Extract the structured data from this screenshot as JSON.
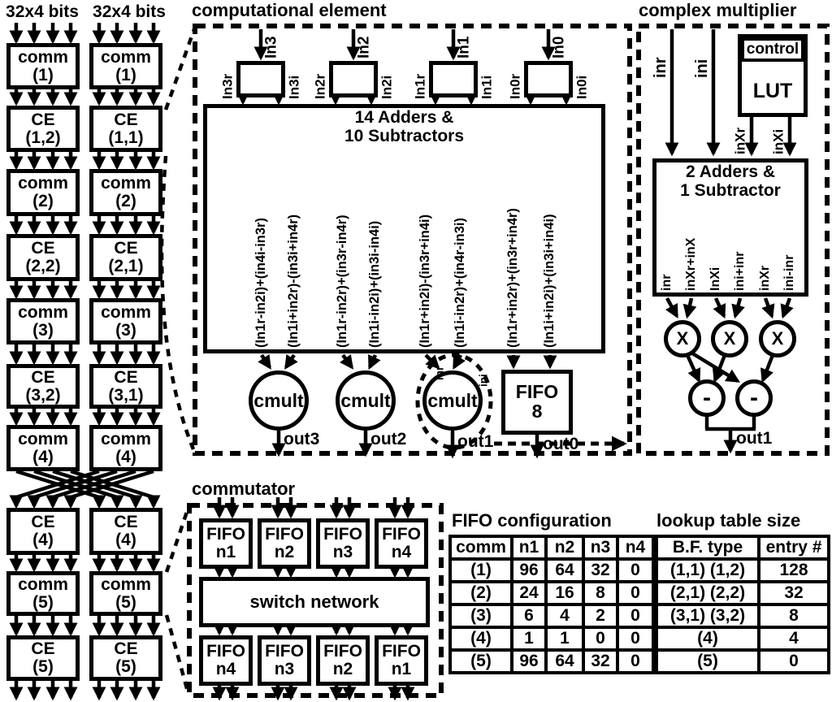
{
  "left_pipelines": {
    "bit_labels": [
      "32x4 bits",
      "32x4 bits"
    ],
    "column1": [
      [
        "comm",
        "(1)"
      ],
      [
        "CE",
        "(1,2)"
      ],
      [
        "comm",
        "(2)"
      ],
      [
        "CE",
        "(2,2)"
      ],
      [
        "comm",
        "(3)"
      ],
      [
        "CE",
        "(3,2)"
      ],
      [
        "comm",
        "(4)"
      ],
      [
        "CE",
        "(4)"
      ],
      [
        "comm",
        "(5)"
      ],
      [
        "CE",
        "(5)"
      ]
    ],
    "column2": [
      [
        "comm",
        "(1)"
      ],
      [
        "CE",
        "(1,1)"
      ],
      [
        "comm",
        "(2)"
      ],
      [
        "CE",
        "(2,1)"
      ],
      [
        "comm",
        "(3)"
      ],
      [
        "CE",
        "(3,1)"
      ],
      [
        "comm",
        "(4)"
      ],
      [
        "CE",
        "(4)"
      ],
      [
        "comm",
        "(5)"
      ],
      [
        "CE",
        "(5)"
      ]
    ]
  },
  "computational_element": {
    "title": "computational element",
    "inputs": [
      {
        "name": "In3",
        "real": "In3r",
        "imag": "In3i"
      },
      {
        "name": "In2",
        "real": "In2r",
        "imag": "In2i"
      },
      {
        "name": "In1",
        "real": "In1r",
        "imag": "In1i"
      },
      {
        "name": "In0",
        "real": "In0r",
        "imag": "In0i"
      }
    ],
    "adder_box": [
      "14 Adders &",
      "10 Subtractors"
    ],
    "expressions": [
      "(In1r-in2i)+(in4i-in3r)",
      "(In1i+in2r)-(in3i+in4r)",
      "(In1r-in2r)+(in3r-in4r)",
      "(In1i-in2i)+(in3i-in4i)",
      "(In1r+in2i)-(in3r+in4i)",
      "(In1i-in2r)+(in4r-in3i)",
      "(In1r+in2r)+(in3r+in4r)",
      "(In1i+in2i)+(in3i+in4i)"
    ],
    "cmult_label": "cmult",
    "fifo_box": [
      "FIFO",
      "8"
    ],
    "tap_labels": [
      "inr",
      "ini"
    ],
    "outputs": [
      "out3",
      "out2",
      "out1",
      "out0"
    ]
  },
  "complex_multiplier": {
    "title": "complex multiplier",
    "input_labels": [
      "inr",
      "ini"
    ],
    "control_label": "control",
    "lut_label": "LUT",
    "lut_out_labels": [
      "inXr",
      "inXi"
    ],
    "adder_box": [
      "2 Adders &",
      "1 Subtractor"
    ],
    "operand_labels": [
      "inr",
      "inXr+inX",
      "InXi",
      "ini+inr",
      "inXr",
      "ini-inr"
    ],
    "mult_symbol": "X",
    "sub_symbol": "-",
    "output_label": "out1"
  },
  "commutator": {
    "title": "commutator",
    "top_fifos": [
      [
        "FIFO",
        "n1"
      ],
      [
        "FIFO",
        "n2"
      ],
      [
        "FIFO",
        "n3"
      ],
      [
        "FIFO",
        "n4"
      ]
    ],
    "switch_label": "switch network",
    "bottom_fifos": [
      [
        "FIFO",
        "n4"
      ],
      [
        "FIFO",
        "n3"
      ],
      [
        "FIFO",
        "n2"
      ],
      [
        "FIFO",
        "n1"
      ]
    ]
  },
  "fifo_configuration": {
    "title": "FIFO configuration",
    "headers": [
      "comm",
      "n1",
      "n2",
      "n3",
      "n4"
    ],
    "rows": [
      [
        "(1)",
        "96",
        "64",
        "32",
        "0"
      ],
      [
        "(2)",
        "24",
        "16",
        "8",
        "0"
      ],
      [
        "(3)",
        "6",
        "4",
        "2",
        "0"
      ],
      [
        "(4)",
        "1",
        "1",
        "0",
        "0"
      ],
      [
        "(5)",
        "96",
        "64",
        "32",
        "0"
      ]
    ]
  },
  "lookup_table_size": {
    "title": "lookup table size",
    "headers": [
      "B.F. type",
      "entry #"
    ],
    "rows": [
      [
        "(1,1) (1,2)",
        "128"
      ],
      [
        "(2,1) (2,2)",
        "32"
      ],
      [
        "(3,1) (3,2)",
        "8"
      ],
      [
        "(4)",
        "4"
      ],
      [
        "(5)",
        "0"
      ]
    ]
  }
}
